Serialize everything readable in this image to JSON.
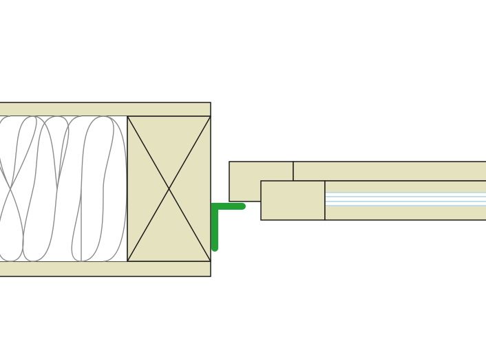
{
  "diagram": {
    "type": "architectural section detail",
    "elements": [
      "wall-sheathing-top",
      "wall-sheathing-bottom",
      "batt-insulation",
      "wall-stud",
      "window-sill-seal",
      "window-frame",
      "window-sash",
      "glazing"
    ]
  },
  "colors": {
    "background": "#ffffff",
    "wood": "#e5e2bf",
    "stroke": "#1a1a1a",
    "insulation": "#8c8c8c",
    "seal": "#22a033",
    "glass": "#9fc6d8"
  }
}
